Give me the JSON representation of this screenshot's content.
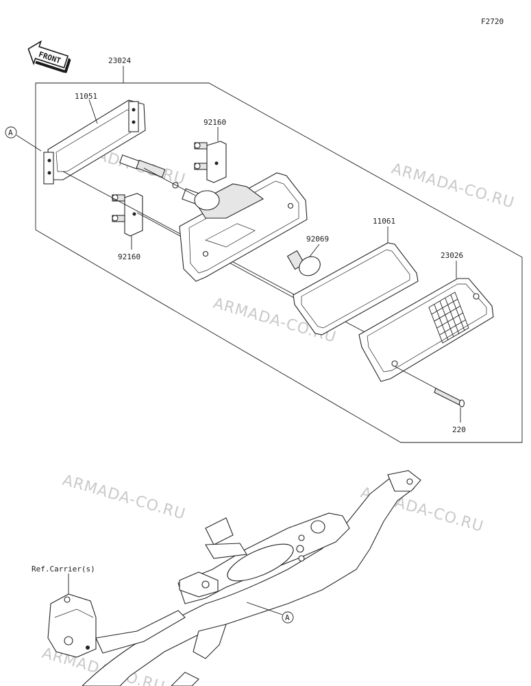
{
  "diagram_code": "F2720",
  "front_label": "FRONT",
  "reference_marker": "A",
  "ref_label": "Ref.Carrier(s)",
  "parts": [
    {
      "number": "23024"
    },
    {
      "number": "11051"
    },
    {
      "number": "92160"
    },
    {
      "number": "92160"
    },
    {
      "number": "92069"
    },
    {
      "number": "11061"
    },
    {
      "number": "23026"
    },
    {
      "number": "220"
    }
  ],
  "watermarks": [
    "ARMADA-CO.RU",
    "ARMADA-CO.RU",
    "ARMADA-CO.RU",
    "ARMADA-CO.RU",
    "ARMADA-CO.RU",
    "ARMADA-CO.RU"
  ]
}
